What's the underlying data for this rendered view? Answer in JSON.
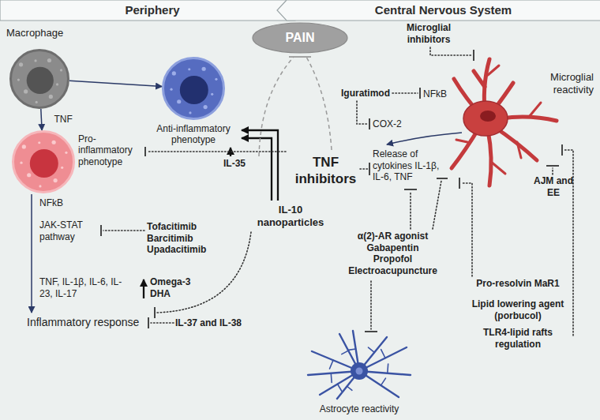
{
  "diagram": {
    "nodes": [
      {
        "text": [
          "Periphery"
        ]
      },
      {
        "text": [
          "Central Nervous System"
        ]
      },
      {
        "text": [
          "PAIN"
        ]
      },
      {
        "text": [
          "Macrophage"
        ]
      },
      {
        "text": [
          "Anti-inflammatory phenotype"
        ]
      },
      {
        "text": [
          "Pro-inflammatory phenotype"
        ]
      },
      {
        "text": [
          "Microglial reactivity"
        ]
      },
      {
        "text": [
          "Astrocyte reactivity"
        ]
      }
    ],
    "edges": [
      {
        "from": 3,
        "to": 4,
        "arrow": "to"
      },
      {
        "from": 3,
        "to": 5,
        "label": "TNF",
        "arrow": "to"
      }
    ],
    "labels": [
      "Microglial inhibitors",
      "Iguratimod",
      "NFkB",
      "COX-2",
      "Release of cytokines IL-1β, IL-6, TNF",
      "TNF inhibitors",
      "IL-35",
      "IL-10 nanoparticles",
      "AJM and EE",
      "α(2)-AR agonist Gabapentin Propofol Electroacupuncture",
      "Pro-resolvin MaR1",
      "Lipid lowering agent (porbucol)",
      "TLR4-lipid rafts regulation",
      "NFkB",
      "JAK-STAT pathway",
      "Tofacitimib Barcitimib Upadacitimib",
      "TNF, IL-1β, IL-6, IL-23, IL-17",
      "Omega-3 DHA",
      "Inflammatory response",
      "IL-37 and IL-38"
    ]
  }
}
